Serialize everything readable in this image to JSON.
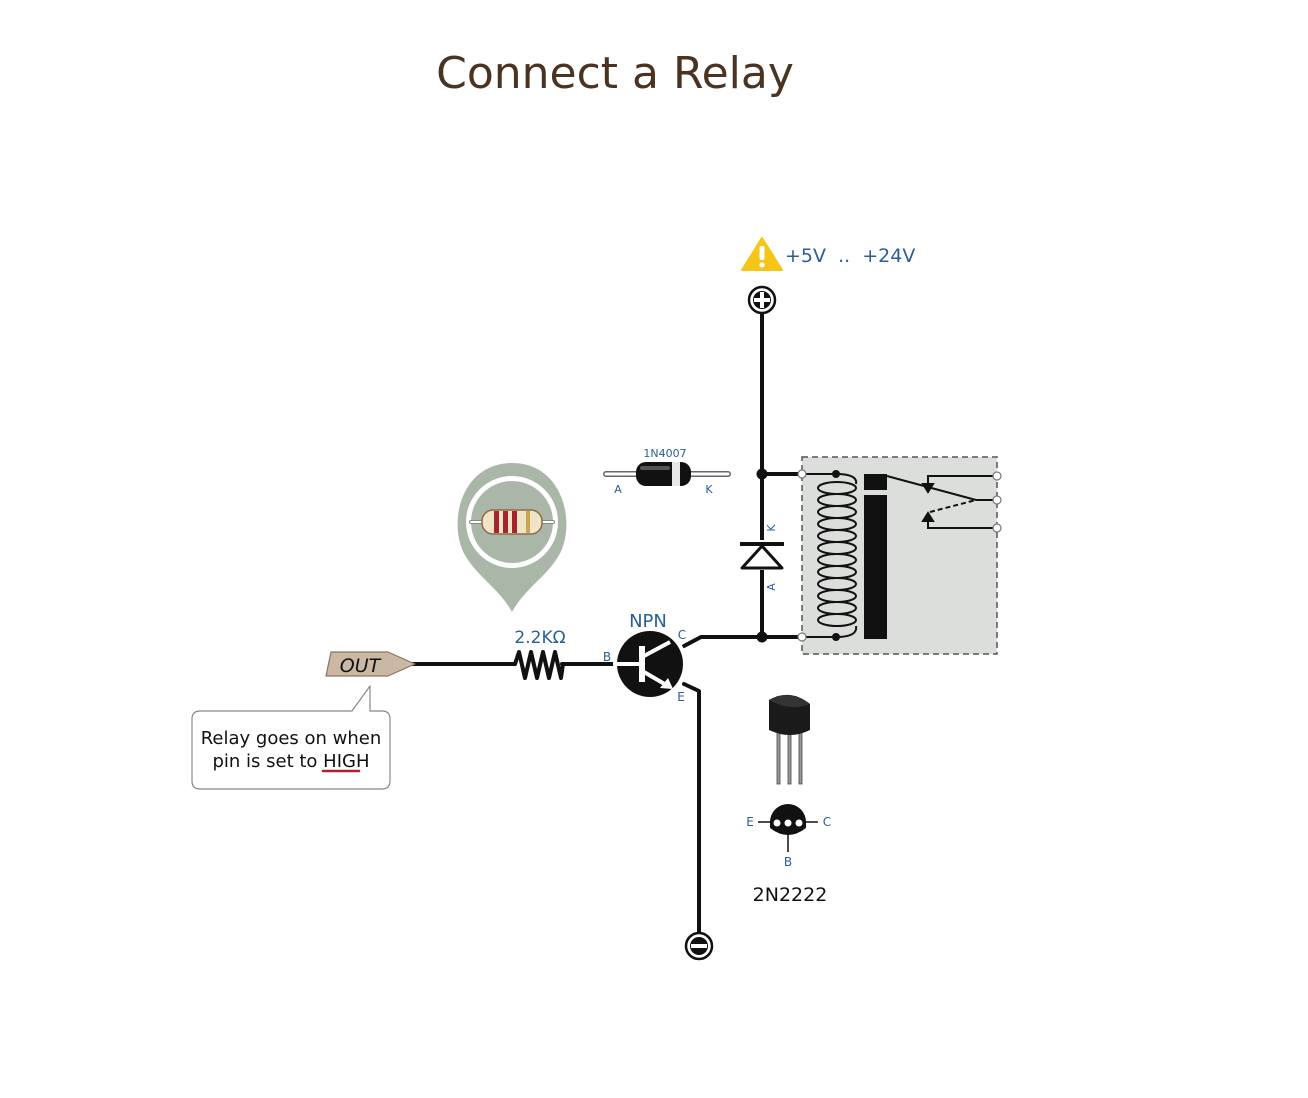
{
  "title": "Connect a Relay",
  "supply": {
    "label": "+5V  ..  +24V",
    "plus_symbol": "plus-terminal",
    "minus_symbol": "minus-terminal"
  },
  "diode": {
    "part": "1N4007",
    "anode": "A",
    "cathode": "K"
  },
  "resistor": {
    "value": "2.2KΩ"
  },
  "transistor": {
    "type": "NPN",
    "base": "B",
    "collector": "C",
    "emitter": "E",
    "part": "2N2222",
    "pinout": {
      "e": "E",
      "b": "B",
      "c": "C"
    }
  },
  "output_pin": {
    "label": "OUT"
  },
  "note": {
    "line1": "Relay goes on when",
    "line2_prefix": "pin is set to ",
    "line2_emph": "HIGH"
  },
  "colors": {
    "title": "#4a3320",
    "label_blue": "#2a5e98",
    "warning": "#f5c518",
    "relay_bg": "#dcdedc",
    "callout": "#aab7a8",
    "out_tag": "#cbb8a4"
  }
}
